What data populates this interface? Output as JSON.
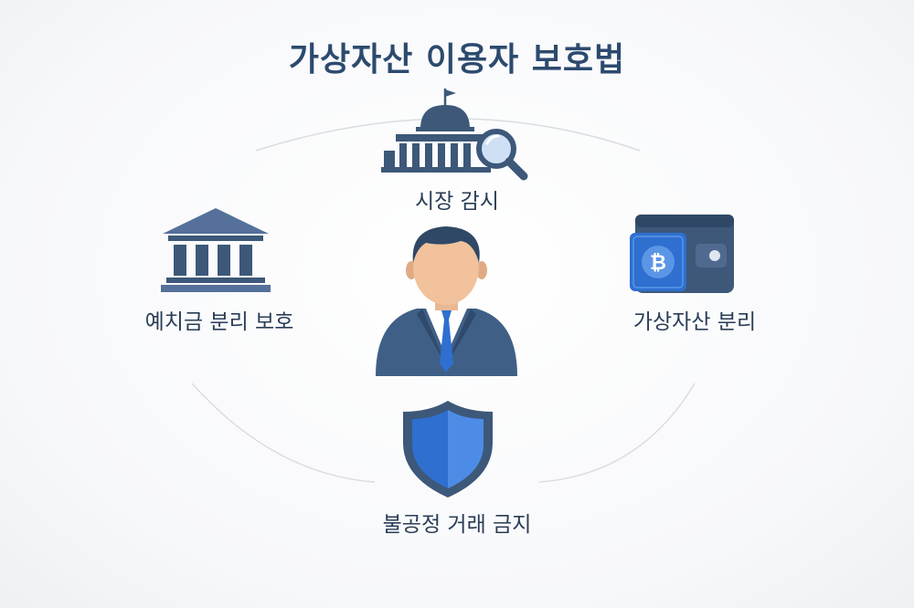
{
  "title": "가상자산 이용자 보호법",
  "nodes": {
    "top": {
      "label": "시장 감시",
      "icon": "government-building-magnifier-icon"
    },
    "left": {
      "label": "예치금 분리 보호",
      "icon": "bank-icon"
    },
    "right": {
      "label": "가상자산 분리",
      "icon": "bitcoin-wallet-icon"
    },
    "bottom": {
      "label": "불공정 거래 금지",
      "icon": "shield-icon"
    },
    "center": {
      "icon": "business-person-icon"
    }
  },
  "colors": {
    "navy": "#3d5878",
    "blue": "#2e6fd0",
    "text": "#2a3d55",
    "title": "#2c4a6e"
  }
}
